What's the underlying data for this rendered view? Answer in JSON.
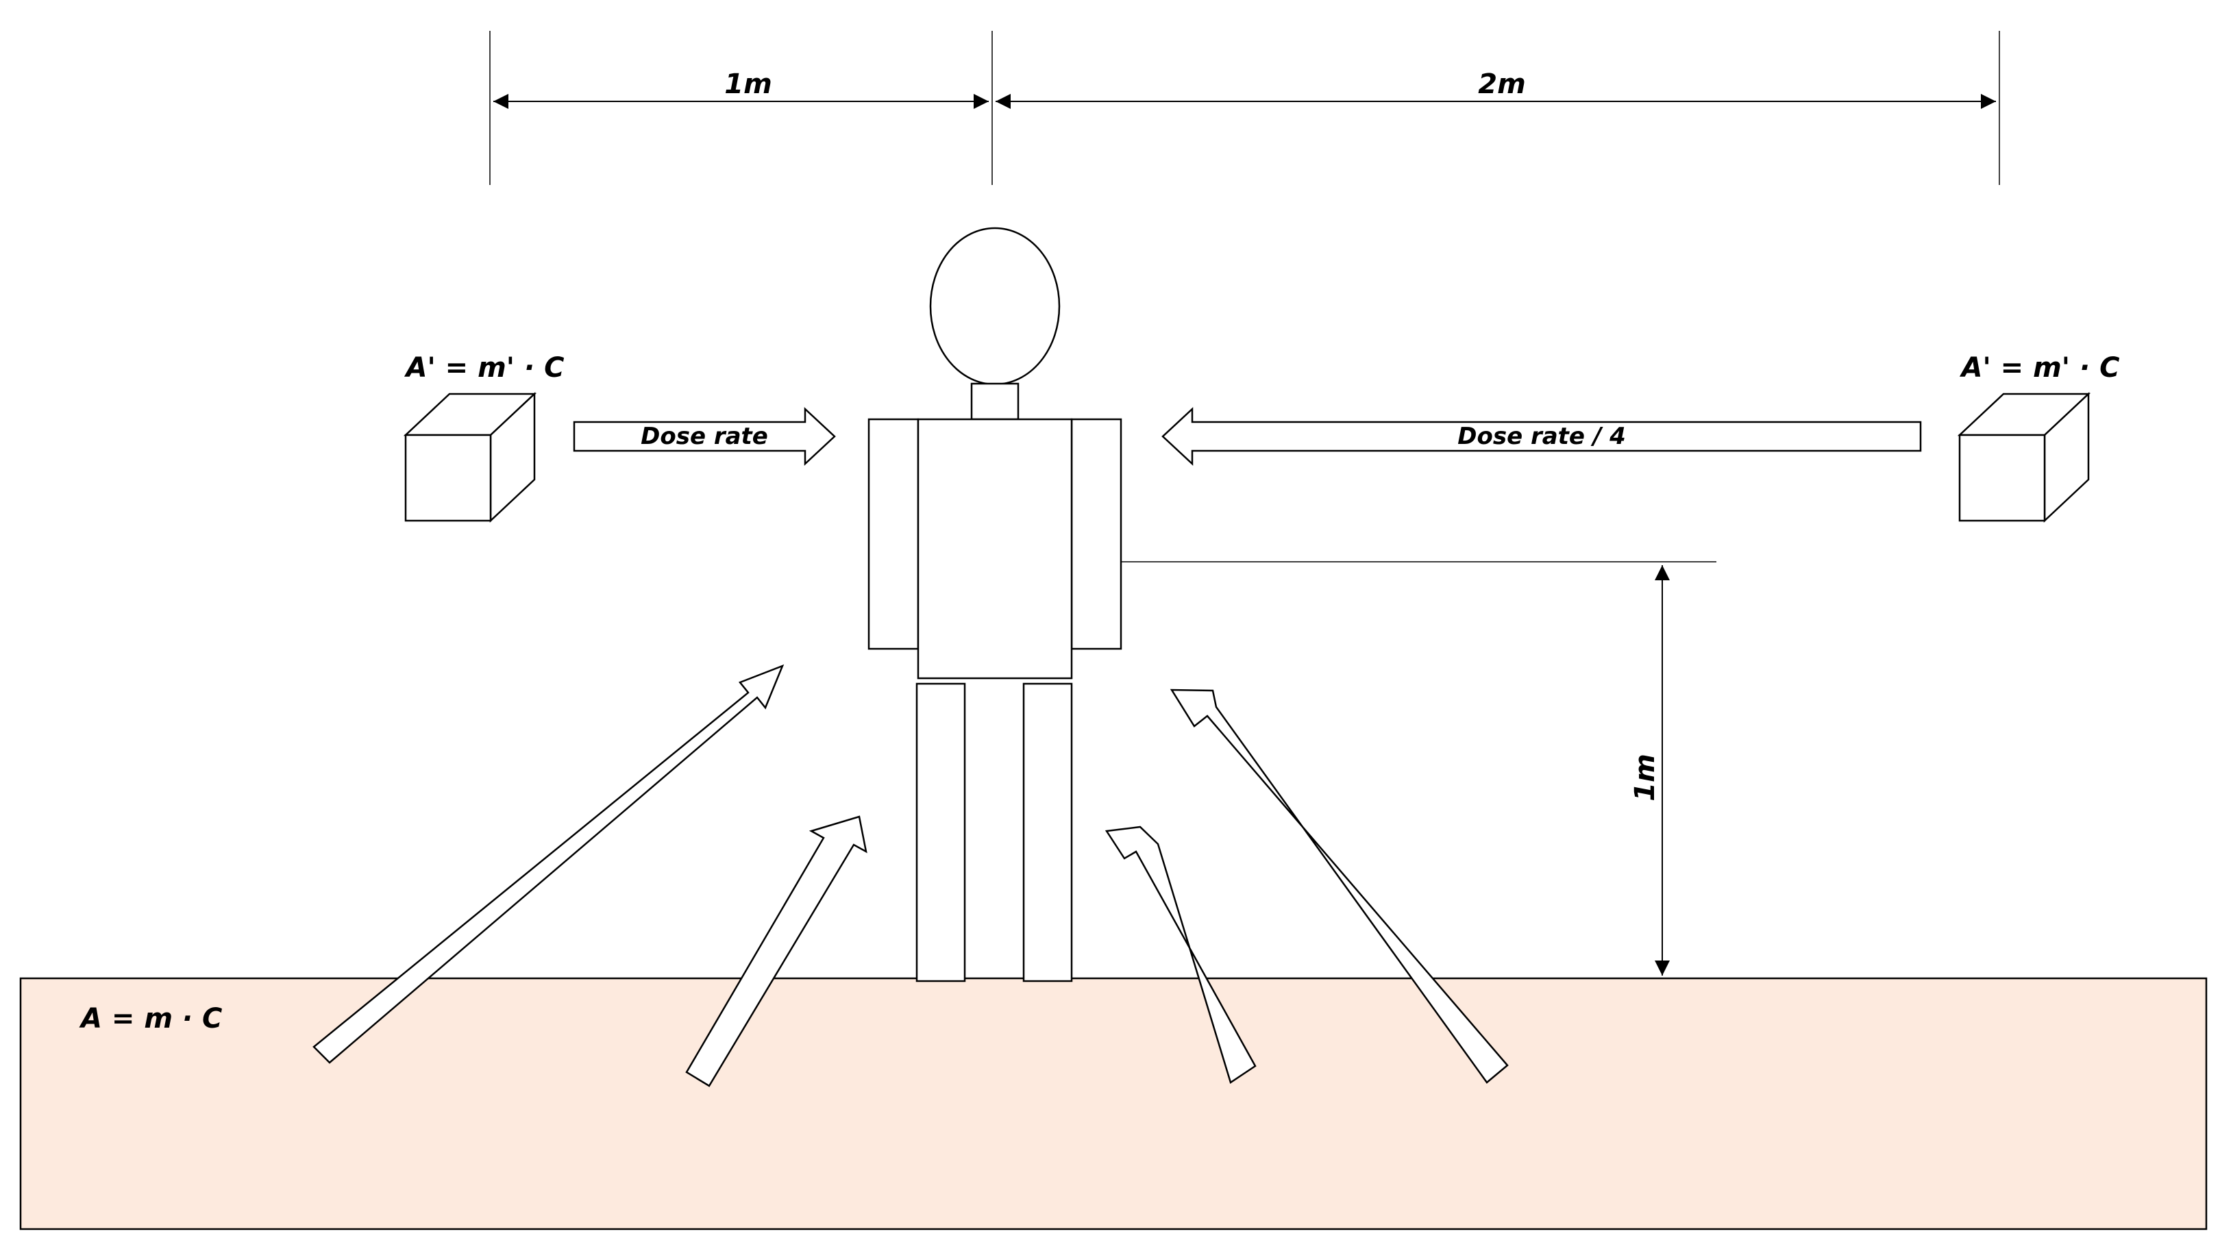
{
  "dimensions": {
    "left_width": "1m",
    "right_width": "2m",
    "height": "1m"
  },
  "sources": {
    "left_formula": "A' = m' · C",
    "right_formula": "A' = m' · C"
  },
  "arrows": {
    "left_label": "Dose rate",
    "right_label": "Dose rate / 4"
  },
  "ground": {
    "formula": "A = m · C",
    "fill_color": "#fdeade",
    "label_color": "#c0504d"
  }
}
